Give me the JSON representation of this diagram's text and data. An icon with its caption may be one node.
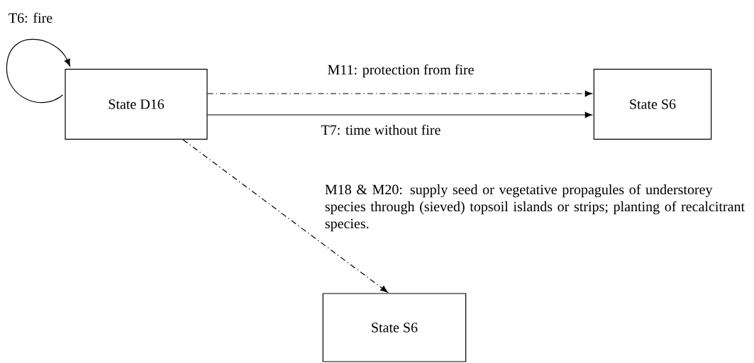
{
  "diagram": {
    "nodes": [
      {
        "text": [
          "State D16"
        ]
      },
      {
        "text": [
          "State S6"
        ]
      },
      {
        "text": [
          "State S6"
        ]
      }
    ],
    "edges": [
      {
        "from": 0,
        "to": 0,
        "arrow": "to",
        "label": "T6: fire"
      },
      {
        "from": 0,
        "to": 1,
        "arrow": "to",
        "label": "M11: protection from fire",
        "style": "dashed"
      },
      {
        "from": 0,
        "to": 1,
        "arrow": "to",
        "label": "T7: time without fire"
      },
      {
        "from": 0,
        "to": 2,
        "arrow": "to",
        "label": "M18 & M20: supply seed or vegetative propagules of understorey species through (sieved) topsoil islands or strips; planting of recalcitrant species.",
        "style": "dashed"
      }
    ]
  }
}
